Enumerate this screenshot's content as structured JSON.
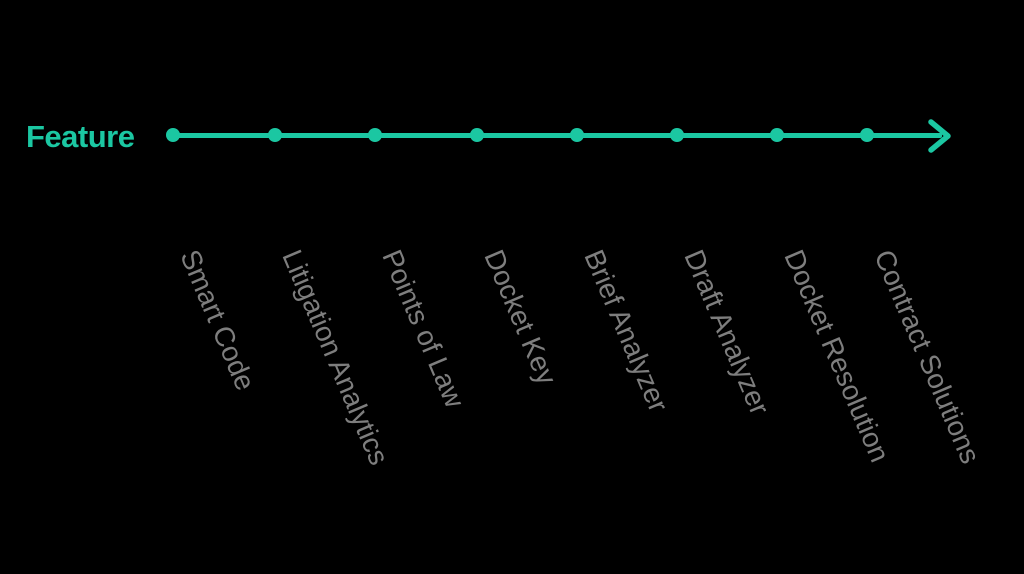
{
  "diagram": {
    "axis_label": "Feature",
    "features": [
      "Smart Code",
      "Litigation Analytics",
      "Points of Law",
      "Docket Key",
      "Brief Analyzer",
      "Draft Analyzer",
      "Docket Resolution",
      "Contract Solutions"
    ]
  },
  "icons": {
    "arrow_head": "right-arrow-icon"
  },
  "colors": {
    "background": "#000000",
    "accent_teal": "#1bc7a2",
    "label_gray": "#7e7e7e"
  }
}
